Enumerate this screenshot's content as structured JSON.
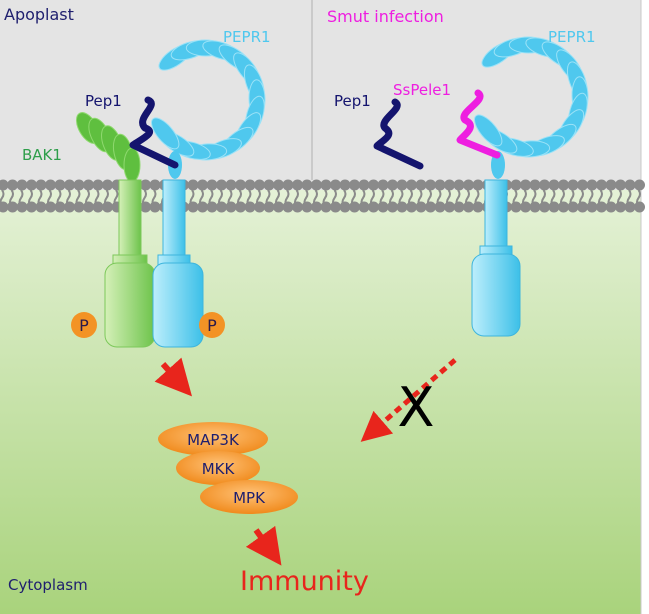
{
  "regions": {
    "apoplast": "Apoplast",
    "cytoplasm": "Cytoplasm",
    "infection": "Smut infection"
  },
  "left": {
    "receptor": "PEPR1",
    "coreceptor": "BAK1",
    "ligand": "Pep1",
    "phospho": "P"
  },
  "right": {
    "receptor": "PEPR1",
    "ligand": "Pep1",
    "effector": "SsPele1",
    "block": "X"
  },
  "cascade": {
    "kinases": [
      "MAP3K",
      "MKK",
      "MPK"
    ],
    "outcome": "Immunity"
  },
  "colors": {
    "pepr1": "#4fc8ee",
    "bak1": "#5fbf3f",
    "pep1": "#14146e",
    "sspele1": "#ee1ee0",
    "kinase": "#f39325",
    "arrow": "#e8251c",
    "apoplast_bg": "#e4e4e4"
  }
}
